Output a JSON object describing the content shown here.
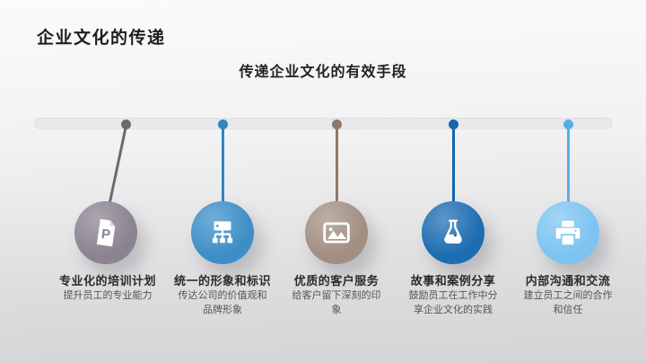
{
  "slide": {
    "title": "企业文化的传递",
    "subtitle": "传递企业文化的有效手段"
  },
  "timeline": {
    "bar_color": "#e9e9ec",
    "items": [
      {
        "title": "专业化的培训计划",
        "desc": "提升员工的专业能力",
        "icon": "document-p-icon",
        "icon_letter": "P",
        "circle_color": "#8c8391",
        "accent_color": "#6f6872"
      },
      {
        "title": "统一的形象和标识",
        "desc": "传达公司的价值观和品牌形象",
        "icon": "org-chart-icon",
        "circle_color": "#3d8ec7",
        "accent_color": "#2e86c4"
      },
      {
        "title": "优质的客户服务",
        "desc": "给客户留下深刻的印象",
        "icon": "image-icon",
        "circle_color": "#a28f82",
        "accent_color": "#8d7a6d"
      },
      {
        "title": "故事和案例分享",
        "desc": "鼓励员工在工作中分享企业文化的实践",
        "icon": "flask-icon",
        "circle_color": "#1d6db1",
        "accent_color": "#1565ab"
      },
      {
        "title": "内部沟通和交流",
        "desc": "建立员工之间的合作和信任",
        "icon": "printer-icon",
        "circle_color": "#7dc4f0",
        "accent_color": "#55b0e8"
      }
    ]
  }
}
